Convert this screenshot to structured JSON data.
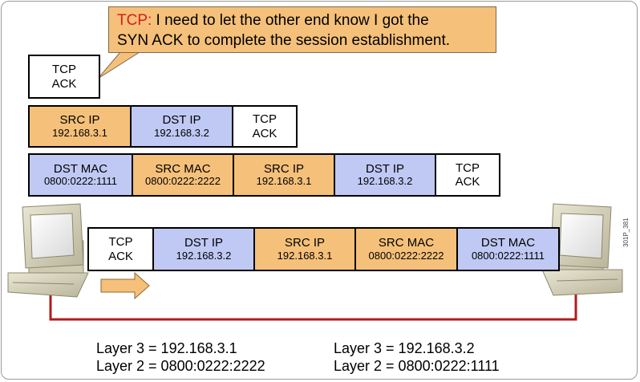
{
  "callout": {
    "prefix": "TCP:",
    "line1": " I need to let the other end know I got the",
    "line2": "SYN ACK to complete the session establishment."
  },
  "tcp_ack_box": {
    "line1": "TCP",
    "line2": "ACK"
  },
  "row1": [
    {
      "line1": "SRC IP",
      "line2": "192.168.3.1"
    },
    {
      "line1": "DST IP",
      "line2": "192.168.3.2"
    },
    {
      "line1": "TCP",
      "line2": "ACK"
    }
  ],
  "row2": [
    {
      "line1": "DST MAC",
      "line2": "0800:0222:1111"
    },
    {
      "line1": "SRC MAC",
      "line2": "0800:0222:2222"
    },
    {
      "line1": "SRC IP",
      "line2": "192.168.3.1"
    },
    {
      "line1": "DST IP",
      "line2": "192.168.3.2"
    },
    {
      "line1": "TCP",
      "line2": "ACK"
    }
  ],
  "row3": [
    {
      "line1": "TCP",
      "line2": "ACK"
    },
    {
      "line1": "DST IP",
      "line2": "192.168.3.2"
    },
    {
      "line1": "SRC IP",
      "line2": "192.168.3.1"
    },
    {
      "line1": "SRC MAC",
      "line2": "0800:0222:2222"
    },
    {
      "line1": "DST MAC",
      "line2": "0800:0222:1111"
    }
  ],
  "left_host": {
    "layer3": "Layer 3 = 192.168.3.1",
    "layer2": "Layer 2 = 0800:0222:2222"
  },
  "right_host": {
    "layer3": "Layer 3 = 192.168.3.2",
    "layer2": "Layer 2 = 0800:0222:1111"
  },
  "image_code": "301P_381",
  "colors": {
    "orange": "#f5c07a",
    "blue": "#bfc9f4",
    "link_line": "#b01c1c",
    "callout_accent": "#d21f1f"
  }
}
